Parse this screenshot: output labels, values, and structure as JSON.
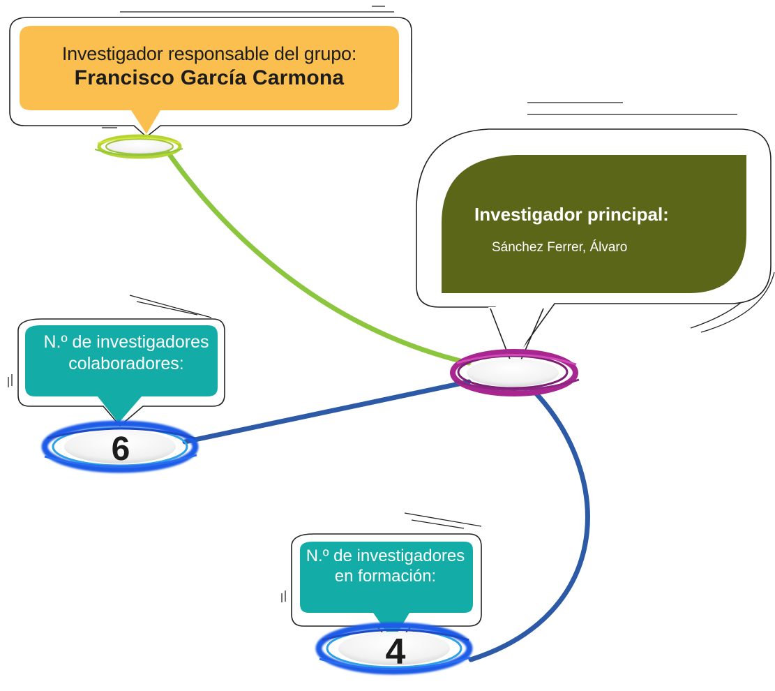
{
  "responsible": {
    "line1": "Investigador responsable del grupo:",
    "name": "Francisco García Carmona"
  },
  "principal": {
    "title": "Investigador principal:",
    "name": "Sánchez Ferrer, Álvaro"
  },
  "collaborators": {
    "label": "N.º de investigadores colaboradores:",
    "value": "6"
  },
  "in_training": {
    "label": "N.º de investigadores en formación:",
    "value": "4"
  },
  "colors": {
    "orange_box": "#fbbf4f",
    "olive_box": "#5b6618",
    "teal_box": "#14aca6",
    "green_line": "#8cc63f",
    "blue_line": "#2d5aa7",
    "magenta_ring": "#a8268f",
    "blue_ring": "#1f5ce6"
  }
}
